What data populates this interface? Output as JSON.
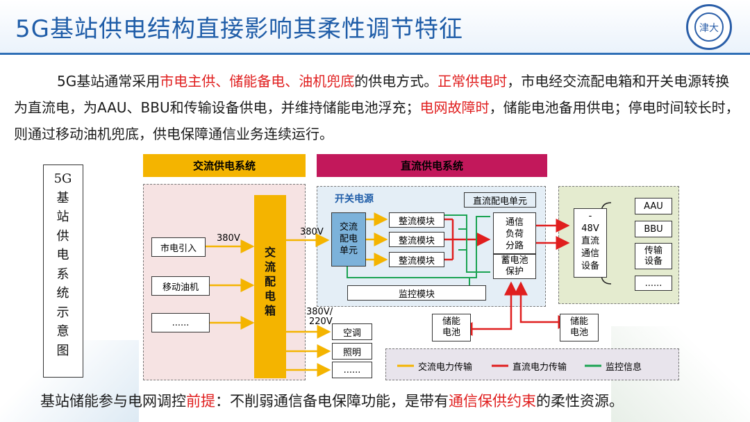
{
  "title": "5G基站供电结构直接影响其柔性调节特征",
  "logo": {
    "mark": "津大"
  },
  "intro": [
    {
      "t": "5G基站通常采用",
      "hl": false
    },
    {
      "t": "市电主供、储能备电、油机兜底",
      "hl": true
    },
    {
      "t": "的供电方式。",
      "hl": false
    },
    {
      "t": "正常供电时",
      "hl": true
    },
    {
      "t": "，市电经交流配电箱和开关电源转换为直流电，为AAU、BBU和传输设备供电，并维持储能电池浮充；",
      "hl": false
    },
    {
      "t": "电网故障时",
      "hl": true
    },
    {
      "t": "，储能电池备用供电；停电时间较长时，则通过移动油机兜底，供电保障通信业务连续运行。",
      "hl": false
    }
  ],
  "diagram": {
    "vertical_title": [
      "5G",
      "基",
      "站",
      "供",
      "电",
      "系",
      "统",
      "示",
      "意",
      "图"
    ],
    "ac_header": "交流供电系统",
    "dc_header": "直流供电系统",
    "sources": [
      "市电引入",
      "移动油机",
      "......"
    ],
    "voltage_380": "380V",
    "ac_box": [
      "交",
      "流",
      "配",
      "电",
      "箱"
    ],
    "voltage_380_out": "380V",
    "voltage_220_line1": "380V/",
    "voltage_220_line2": "220V",
    "loads": [
      "空调",
      "照明",
      "......"
    ],
    "switch_power_label": "开关电源",
    "dc_dist_unit": "直流配电单元",
    "ac_dist_unit": [
      "交流",
      "配电",
      "单元"
    ],
    "rectifiers": [
      "整流模块",
      "整流模块",
      "整流模块"
    ],
    "monitor_module": "监控模块",
    "comm_branch": [
      "通信",
      "负荷",
      "分路"
    ],
    "battery_protect": [
      "蓄电池",
      "保护"
    ],
    "dc_device": [
      "-",
      "48V",
      "直流",
      "通信",
      "设备"
    ],
    "devices": [
      "AAU",
      "BBU",
      "传输\n设备",
      "......"
    ],
    "batteries": [
      "储能\n电池",
      "储能\n电池"
    ],
    "legend": [
      {
        "label": "交流电力传输",
        "color": "#f4b400"
      },
      {
        "label": "直流电力传输",
        "color": "#e01e1e"
      },
      {
        "label": "监控信息",
        "color": "#1aa352"
      }
    ]
  },
  "footer": [
    {
      "t": "基站储能参与电网调控",
      "hl": false
    },
    {
      "t": "前提",
      "hl": true
    },
    {
      "t": "：不削弱通信备电保障功能，是带有",
      "hl": false
    },
    {
      "t": "通信保供约束",
      "hl": true
    },
    {
      "t": "的柔性资源。",
      "hl": false
    }
  ],
  "colors": {
    "title": "#1f5da8",
    "accent_red": "#e01e1e",
    "ac_yellow": "#f4b400",
    "dc_header": "#c2185b",
    "monitor_green": "#1aa352"
  }
}
